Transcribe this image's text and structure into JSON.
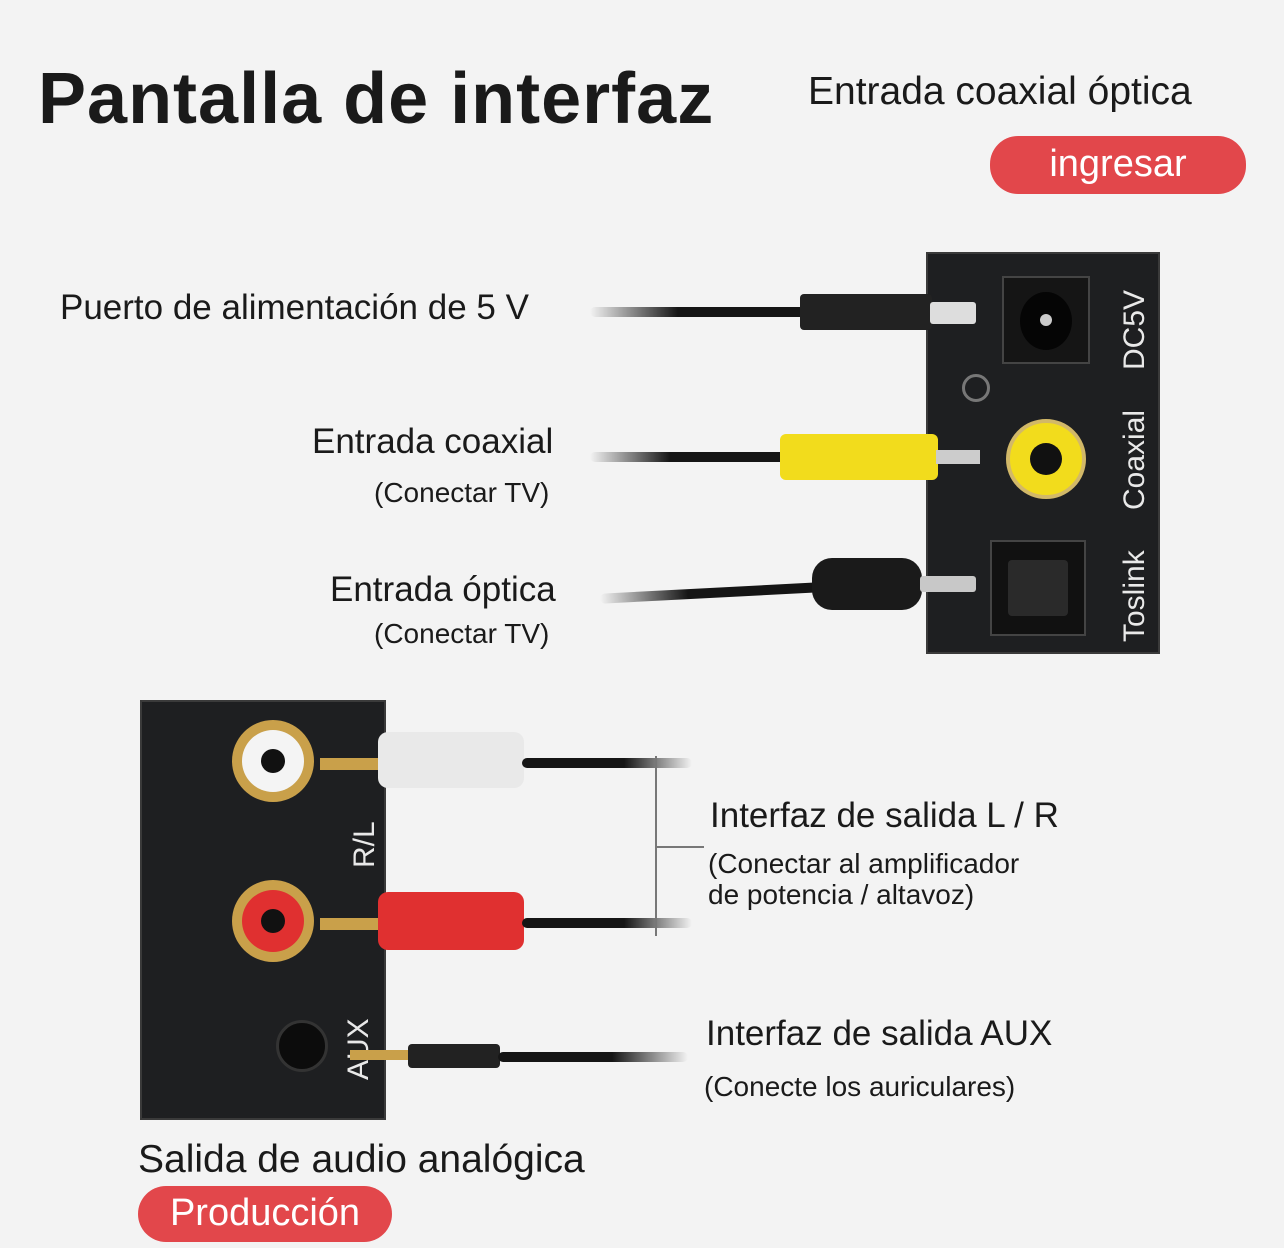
{
  "title": "Pantalla de interfaz",
  "input_section": {
    "heading": "Entrada coaxial óptica",
    "badge": "ingresar"
  },
  "inputs": [
    {
      "label": "Puerto de alimentación de 5 V"
    },
    {
      "label": "Entrada coaxial",
      "note": "(Conectar TV)"
    },
    {
      "label": "Entrada óptica",
      "note": "(Conectar TV)"
    }
  ],
  "input_panel_labels": {
    "dc": "DC5V",
    "coax": "Coaxial",
    "toslink": "Toslink"
  },
  "outputs": [
    {
      "label": "Interfaz de salida L / R",
      "note_line1": "(Conectar al amplificador",
      "note_line2": "de potencia / altavoz)"
    },
    {
      "label": "Interfaz de salida AUX",
      "note": "(Conecte los auriculares)"
    }
  ],
  "output_panel_labels": {
    "rl": "R/L",
    "aux": "AUX"
  },
  "output_section": {
    "heading": "Salida de audio analógica",
    "badge": "Producción"
  },
  "colors": {
    "badge": "#e2474b",
    "panel": "#1e1f21",
    "coax": "#f2dc1c",
    "red_rca": "#e03030"
  }
}
